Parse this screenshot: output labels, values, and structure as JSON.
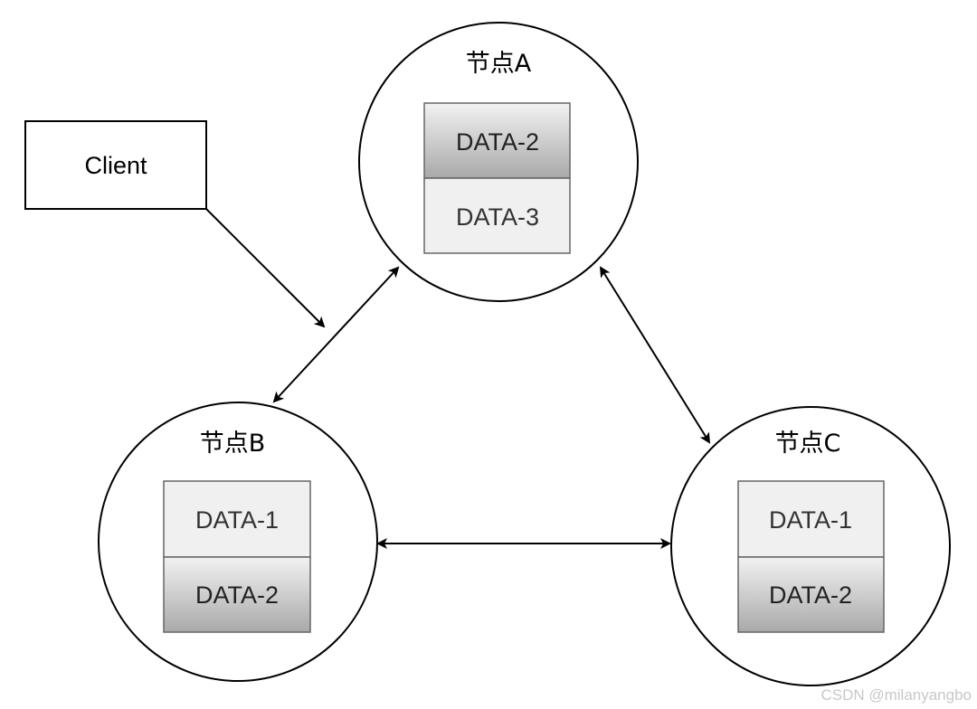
{
  "client": {
    "label": "Client"
  },
  "nodes": {
    "a": {
      "title": "节点A",
      "cells": [
        "DATA-2",
        "DATA-3"
      ],
      "cell_styles": [
        "dark",
        "light"
      ]
    },
    "b": {
      "title": "节点B",
      "cells": [
        "DATA-1",
        "DATA-2"
      ],
      "cell_styles": [
        "light",
        "dark"
      ]
    },
    "c": {
      "title": "节点C",
      "cells": [
        "DATA-1",
        "DATA-2"
      ],
      "cell_styles": [
        "light",
        "dark"
      ]
    }
  },
  "watermark": "CSDN @milanyangbo",
  "colors": {
    "stroke": "#000000",
    "cell_light": "#f0f0f0",
    "cell_dark_top": "#f2f2f2",
    "cell_dark_bottom": "#a9a9a9"
  }
}
